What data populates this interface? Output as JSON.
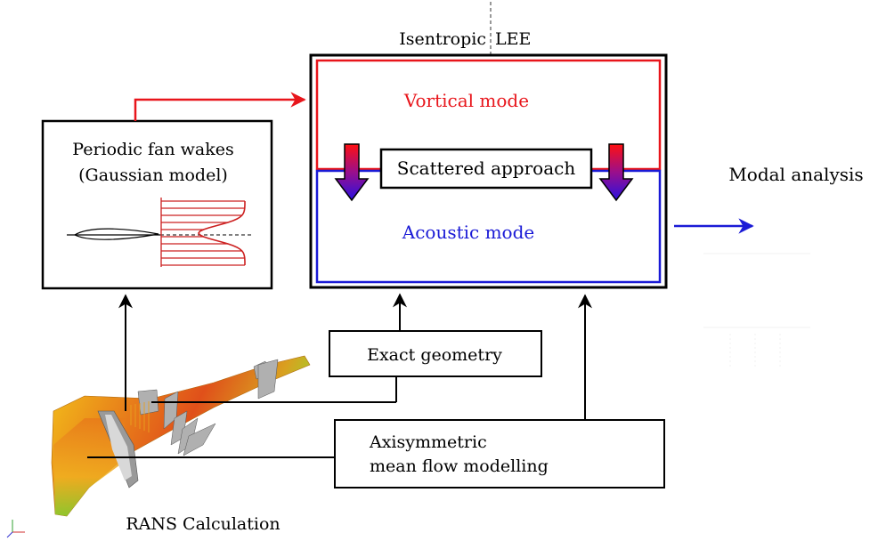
{
  "header": {
    "isentropic": "Isentropic",
    "lee": "LEE"
  },
  "lee_box": {
    "vortical_mode": "Vortical mode",
    "scattered_approach": "Scattered approach",
    "acoustic_mode": "Acoustic mode"
  },
  "wakes_box": {
    "title_line1": "Periodic fan wakes",
    "title_line2": "(Gaussian model)"
  },
  "modal_analysis": "Modal analysis",
  "exact_geometry": "Exact geometry",
  "mean_flow": {
    "line1": "Axisymmetric",
    "line2": "mean flow modelling"
  },
  "rans_calculation": "RANS Calculation",
  "colors": {
    "vortical": "#e8151b",
    "acoustic": "#1a1ad6",
    "frame": "#000000"
  }
}
